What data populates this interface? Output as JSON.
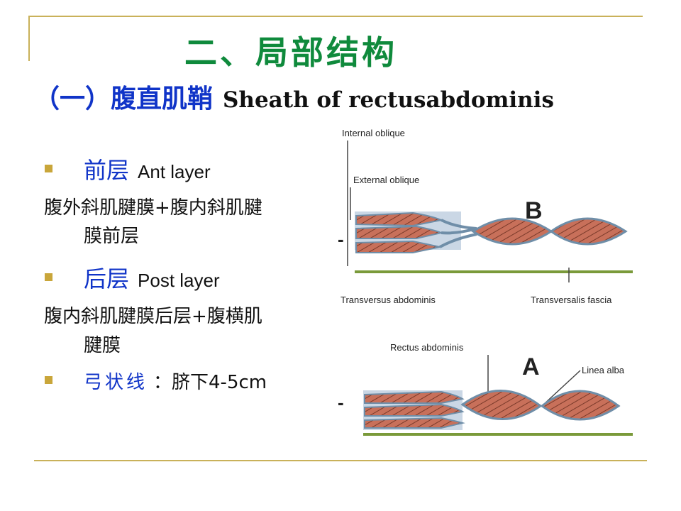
{
  "title": "二、局部结构",
  "subtitle": {
    "cn": "（一）腹直肌鞘",
    "en": "Sheath of rectusabdominis"
  },
  "items": {
    "ant_term": "前层",
    "ant_en": "Ant layer",
    "ant_desc_1": "腹外斜肌腱膜+腹内斜肌腱",
    "ant_desc_2": "膜前层",
    "post_term": "后层",
    "post_en": "Post layer",
    "post_desc_1": "腹内斜肌腱膜后层+腹横肌",
    "post_desc_2": "腱膜",
    "arcuate_term": "弓状线",
    "arcuate_desc": "：脐下4-5cm"
  },
  "figure": {
    "labels": {
      "internal_oblique": "Internal oblique",
      "external_oblique": "External oblique",
      "b": "B",
      "transversus": "Transversus abdominis",
      "transversalis": "Transversalis fascia",
      "rectus": "Rectus abdominis",
      "a": "A",
      "linea_alba": "Linea alba",
      "dash_b": "-",
      "dash_a": "-"
    }
  },
  "colors": {
    "title": "#0f8a3c",
    "blue": "#1034c8",
    "rule": "#c9b15a",
    "muscle": "#c8705a",
    "fascia": "#9fb7cf",
    "green_line": "#7a9a3a"
  }
}
